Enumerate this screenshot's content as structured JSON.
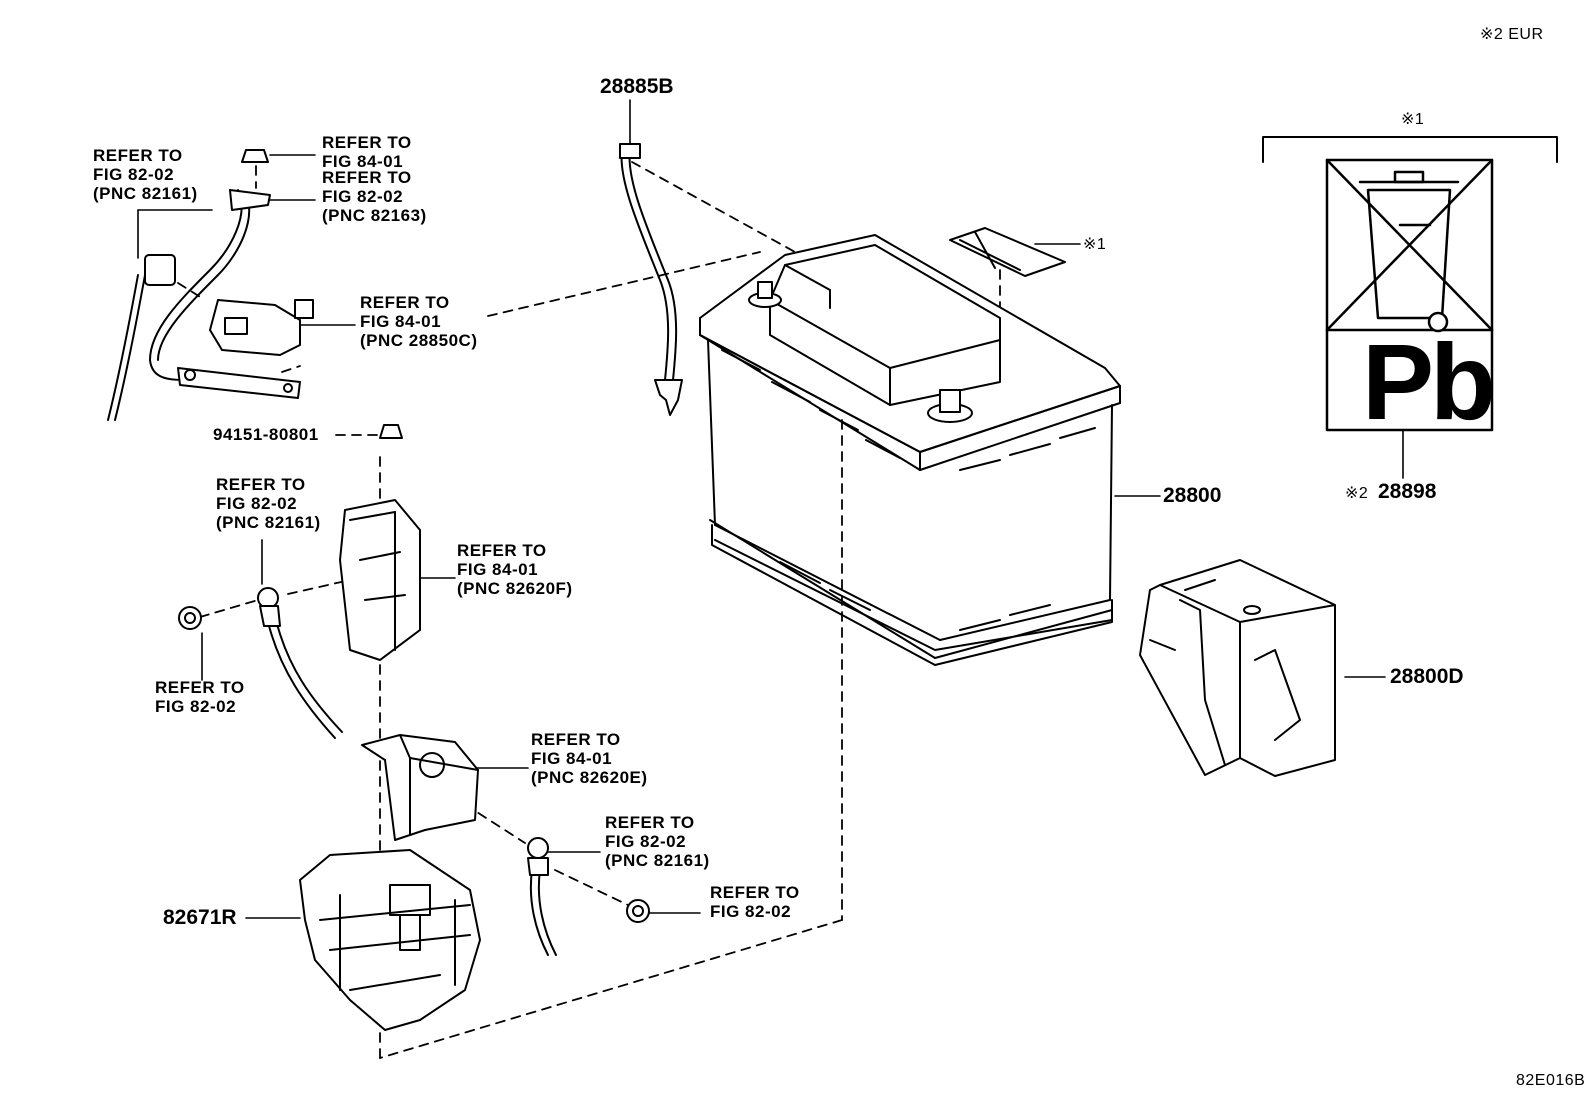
{
  "note_region": "※2 EUR",
  "figure_code": "82E016B",
  "recycle_label": {
    "note_mark": "※1",
    "pb_text": "Pb",
    "part_note": "※2",
    "part_number": "28898"
  },
  "battery_label_note": "※1",
  "parts": {
    "p28885B": "28885B",
    "p28800": "28800",
    "p28800D": "28800D",
    "p82671R": "82671R",
    "p94151": "94151-80801"
  },
  "refs": {
    "r1": [
      "REFER TO",
      "FIG 82-02",
      "(PNC 82161)"
    ],
    "r2": [
      "REFER TO",
      "FIG 84-01"
    ],
    "r3": [
      "REFER TO",
      "FIG 82-02",
      "(PNC 82163)"
    ],
    "r4": [
      "REFER TO",
      "FIG 84-01",
      "(PNC 28850C)"
    ],
    "r5": [
      "REFER TO",
      "FIG 82-02",
      "(PNC 82161)"
    ],
    "r6": [
      "REFER TO",
      "FIG 84-01",
      "(PNC 82620F)"
    ],
    "r7": [
      "REFER TO",
      "FIG 82-02"
    ],
    "r8": [
      "REFER TO",
      "FIG 84-01",
      "(PNC 82620E)"
    ],
    "r9": [
      "REFER TO",
      "FIG 82-02",
      "(PNC 82161)"
    ],
    "r10": [
      "REFER TO",
      "FIG 82-02"
    ]
  }
}
